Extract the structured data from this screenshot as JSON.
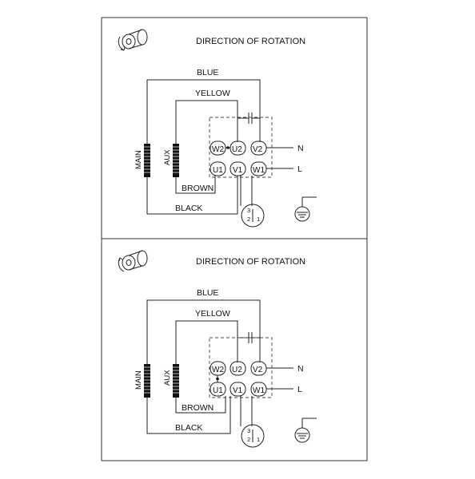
{
  "panels": [
    {
      "title": "DIRECTION OF ROTATION",
      "rotation_icon": "clockwise-rotation-icon",
      "wires": {
        "blue": "BLUE",
        "yellow": "YELLOW",
        "brown": "BROWN",
        "black": "BLACK"
      },
      "windings": {
        "main": "MAIN",
        "aux": "AUX"
      },
      "terminals": {
        "w2": "W2",
        "u2": "U2",
        "v2": "V2",
        "u1": "U1",
        "v1": "V1",
        "w1": "W1"
      },
      "lines": {
        "n": "N",
        "l": "L"
      },
      "thermal": {
        "t3": "3",
        "t2": "2",
        "t1": "1"
      }
    },
    {
      "title": "DIRECTION OF ROTATION",
      "rotation_icon": "counterclockwise-rotation-icon",
      "wires": {
        "blue": "BLUE",
        "yellow": "YELLOW",
        "brown": "BROWN",
        "black": "BLACK"
      },
      "windings": {
        "main": "MAIN",
        "aux": "AUX"
      },
      "terminals": {
        "w2": "W2",
        "u2": "U2",
        "v2": "V2",
        "u1": "U1",
        "v1": "V1",
        "w1": "W1"
      },
      "lines": {
        "n": "N",
        "l": "L"
      },
      "thermal": {
        "t3": "3",
        "t2": "2",
        "t1": "1"
      }
    }
  ]
}
